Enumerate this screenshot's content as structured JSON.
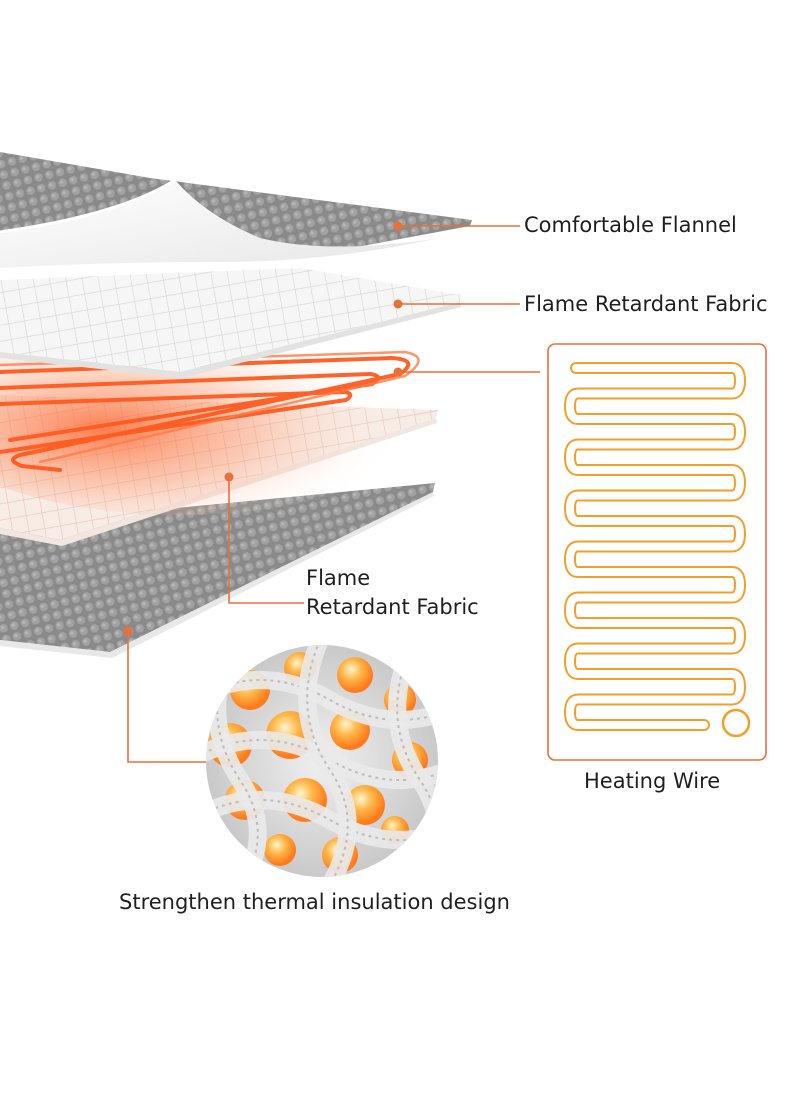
{
  "colors": {
    "accent_orange": "#f2612a",
    "wire_gold": "#f0a02a",
    "leader_line": "#e8703c",
    "flannel_gray": "#8e8e8e",
    "fabric_white": "#f4f4f4"
  },
  "labels": {
    "comfortable_flannel": "Comfortable Flannel",
    "flame_retardant_fabric_top": "Flame Retardant Fabric",
    "flame_retardant_fabric_mid_line1": "Flame",
    "flame_retardant_fabric_mid_line2": "Retardant Fabric",
    "heating_wire": "Heating Wire",
    "thermal_insulation": "Strengthen thermal insulation design"
  }
}
